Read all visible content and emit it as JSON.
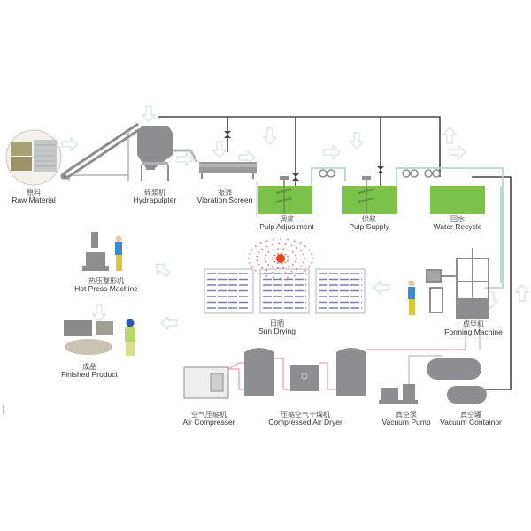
{
  "title": "Paper Pulp Molding Production Line Process Flow",
  "colors": {
    "pulp_green": "#7cc14a",
    "pipe_dark": "#4a4446",
    "pipe_water": "#a8cfc8",
    "air_pipe": "#e8b0b6",
    "machine_gray": "#8e8e92",
    "arrow_ghost": "#d8e4e2",
    "sun": "#e8421e"
  },
  "stations": {
    "raw_material": {
      "cn": "原料",
      "en": "Raw Material"
    },
    "hydrapulpter": {
      "cn": "碎浆机",
      "en": "Hydrapulpter"
    },
    "vibration_screen": {
      "cn": "振筛",
      "en": "Vibration Screen"
    },
    "pulp_adjustment": {
      "cn": "调浆",
      "en": "Pulp Adjustment"
    },
    "pulp_supply": {
      "cn": "供浆",
      "en": "Pulp Supply"
    },
    "water_recycle": {
      "cn": "回水",
      "en": "Water Recycle"
    },
    "forming_machine": {
      "cn": "成型机",
      "en": "Forming Machine"
    },
    "sun_drying": {
      "cn": "日晒",
      "en": "Sun Drying"
    },
    "hot_press": {
      "cn": "热压整形机",
      "en": "Hot Press Machine"
    },
    "finished_product": {
      "cn": "成品",
      "en": "Finished Product"
    },
    "air_compressor": {
      "cn": "空气压缩机",
      "en": "Air Compresser"
    },
    "air_dryer": {
      "cn": "压缩空气干燥机",
      "en": "Compressed Air Dryer"
    },
    "vacuum_pump": {
      "cn": "真空泵",
      "en": "Vacuum Pump"
    },
    "vacuum_container": {
      "cn": "真空罐",
      "en": "Vacuum Containor"
    }
  }
}
